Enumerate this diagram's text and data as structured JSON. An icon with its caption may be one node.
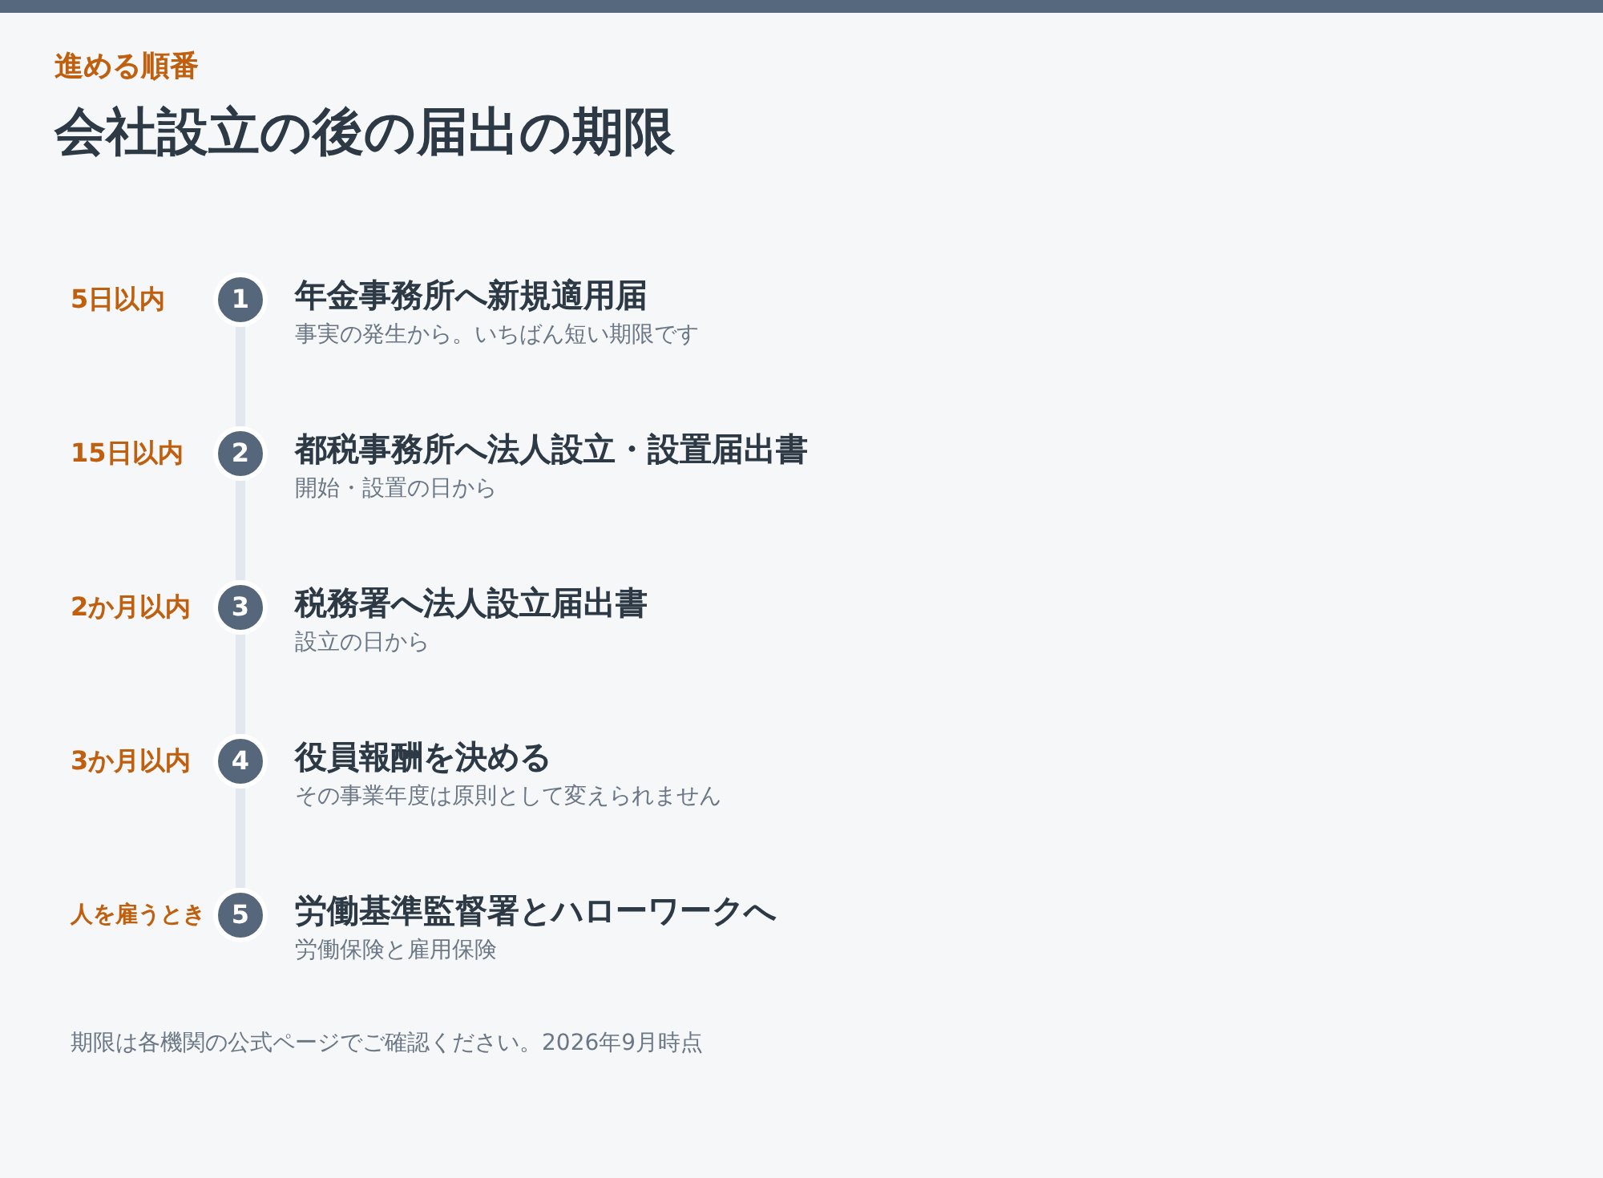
{
  "diagram": {
    "title": "会社設立の後の届出の期限",
    "labels": [
      "進める順番"
    ],
    "nodes": [
      {
        "text": [
          "1"
        ],
        "beside": [
          "5日以内",
          "年金事務所へ新規適用届",
          "事実の発生から。いちばん短い期限です"
        ]
      },
      {
        "text": [
          "2"
        ],
        "beside": [
          "15日以内",
          "都税事務所へ法人設立・設置届出書",
          "開始・設置の日から"
        ]
      },
      {
        "text": [
          "3"
        ],
        "beside": [
          "2か月以内",
          "税務署へ法人設立届出書",
          "設立の日から"
        ]
      },
      {
        "text": [
          "4"
        ],
        "beside": [
          "3か月以内",
          "役員報酬を決める",
          "その事業年度は原則として変えられません"
        ]
      },
      {
        "text": [
          "5"
        ],
        "beside": [
          "人を雇うとき",
          "労働基準監督署とハローワークへ",
          "労働保険と雇用保険"
        ]
      }
    ],
    "edges": [
      {
        "from": 0,
        "to": 1,
        "arrow": "none"
      },
      {
        "from": 1,
        "to": 2,
        "arrow": "none"
      },
      {
        "from": 2,
        "to": 3,
        "arrow": "none"
      },
      {
        "from": 3,
        "to": 4,
        "arrow": "none"
      }
    ],
    "caption": "期限は各機関の公式ページでご確認ください。2026年9月時点"
  }
}
